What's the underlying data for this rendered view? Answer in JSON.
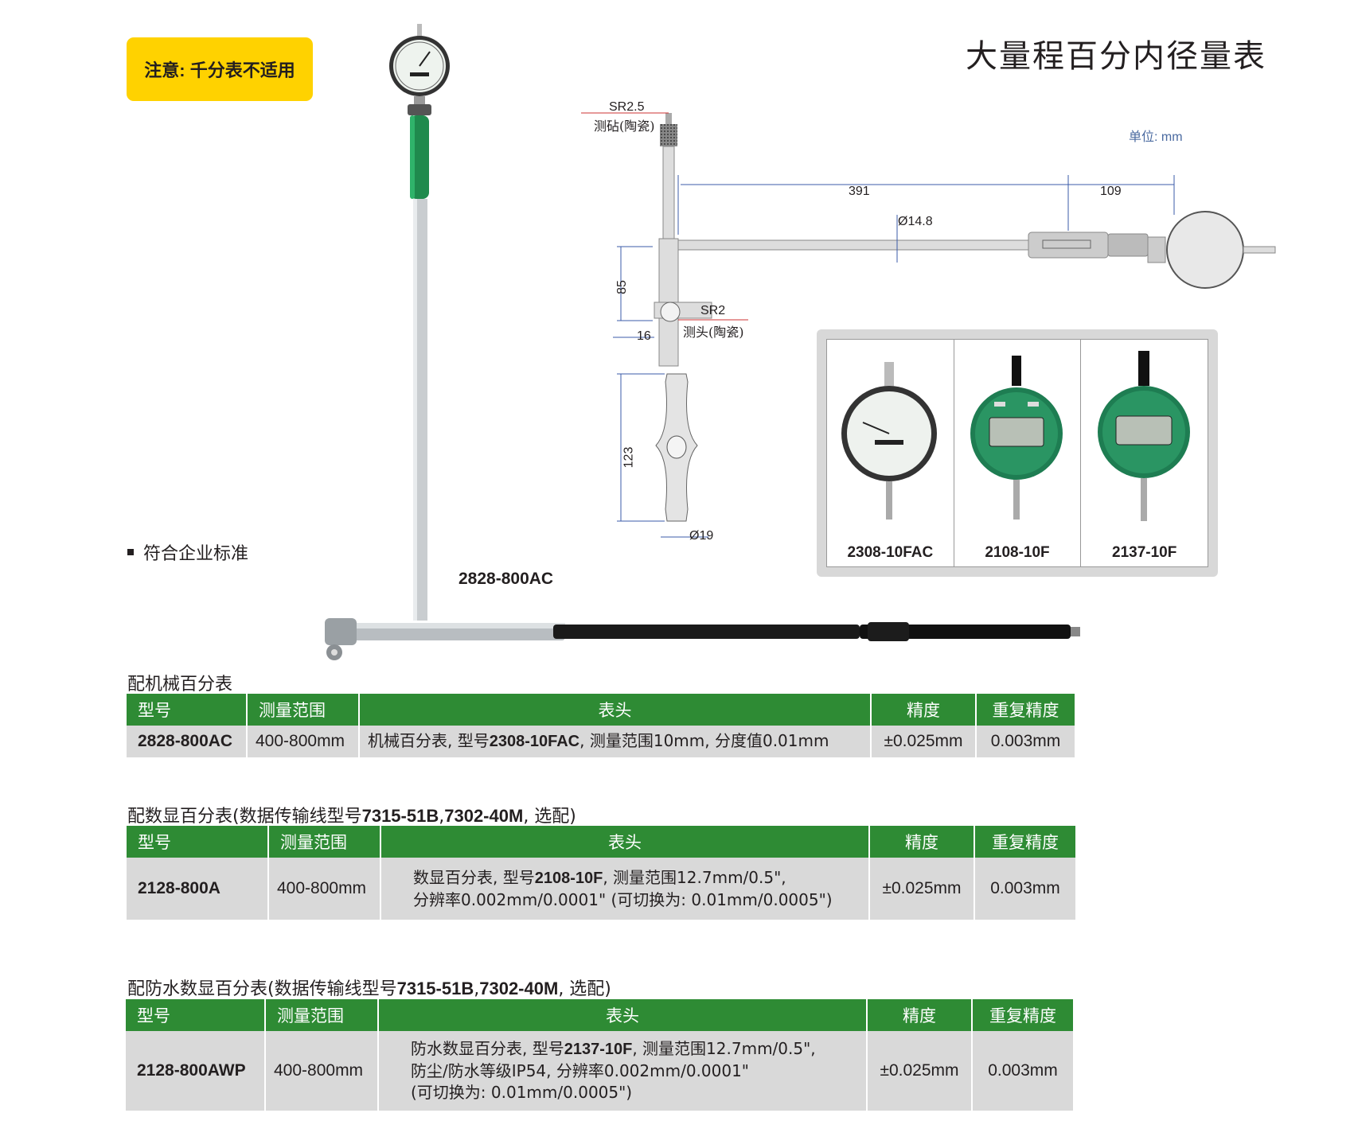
{
  "notice": "注意: 千分表不适用",
  "page_title": "大量程百分内径量表",
  "unit": "单位: mm",
  "standard_note": "符合企业标准",
  "main_model": "2828-800AC",
  "diagram": {
    "sr_top": "SR2.5",
    "anvil_top": "测砧(陶瓷)",
    "dim_391": "391",
    "dim_109": "109",
    "dim_dia": "Ø14.8",
    "dim_85": "85",
    "sr_bottom": "SR2",
    "probe": "测头(陶瓷)",
    "dim_16": "16",
    "dim_123": "123",
    "dim_dia19": "Ø19"
  },
  "gauges": [
    {
      "label": "2308-10FAC"
    },
    {
      "label": "2108-10F"
    },
    {
      "label": "2137-10F"
    }
  ],
  "colors": {
    "header_green": "#2e8b34",
    "row_gray": "#d9d9d9",
    "notice_yellow": "#ffd200"
  },
  "tables": [
    {
      "title": "配机械百分表",
      "headers": [
        "型号",
        "测量范围",
        "表头",
        "精度",
        "重复精度"
      ],
      "row": {
        "model": "2828-800AC",
        "range": "400-800mm",
        "head_parts": [
          "机械百分表, 型号",
          "2308-10FAC",
          ", 测量范围10mm, 分度值0.01mm"
        ],
        "accuracy": "±0.025mm",
        "repeat": "0.003mm"
      }
    },
    {
      "title_parts": [
        "配数显百分表(数据传输线型号",
        "7315-51B",
        ",",
        "7302-40M",
        ", 选配)"
      ],
      "headers": [
        "型号",
        "测量范围",
        "表头",
        "精度",
        "重复精度"
      ],
      "row": {
        "model": "2128-800A",
        "range": "400-800mm",
        "head_line1_parts": [
          "数显百分表, 型号",
          "2108-10F",
          ", 测量范围12.7mm/0.5\","
        ],
        "head_line2": "分辨率0.002mm/0.0001\" (可切换为: 0.01mm/0.0005\")",
        "accuracy": "±0.025mm",
        "repeat": "0.003mm"
      }
    },
    {
      "title_parts": [
        "配防水数显百分表(数据传输线型号",
        "7315-51B",
        ",",
        "7302-40M",
        ", 选配)"
      ],
      "headers": [
        "型号",
        "测量范围",
        "表头",
        "精度",
        "重复精度"
      ],
      "row": {
        "model": "2128-800AWP",
        "range": "400-800mm",
        "head_line1_parts": [
          "防水数显百分表, 型号",
          "2137-10F",
          ", 测量范围12.7mm/0.5\","
        ],
        "head_line2": "防尘/防水等级IP54, 分辨率0.002mm/0.0001\"",
        "head_line3": "(可切换为: 0.01mm/0.0005\")",
        "accuracy": "±0.025mm",
        "repeat": "0.003mm"
      }
    }
  ]
}
